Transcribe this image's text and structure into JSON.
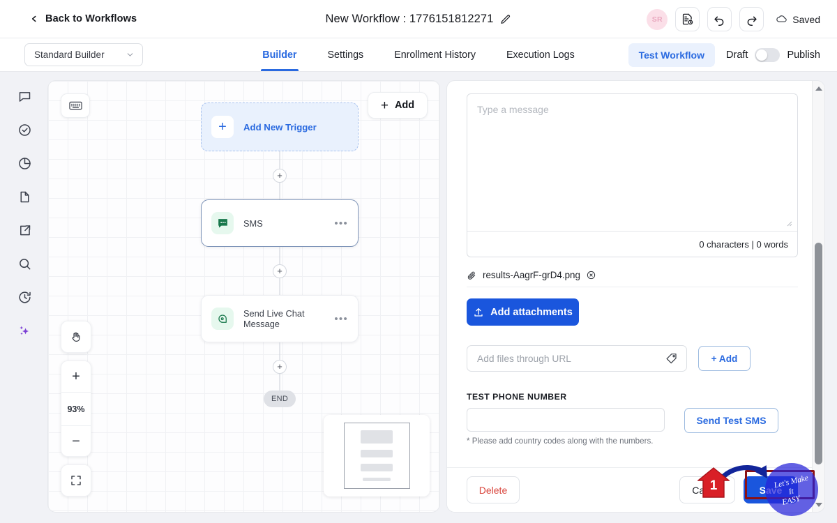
{
  "topbar": {
    "back_label": "Back to Workflows",
    "workflow_title": "New Workflow : 1776151812271",
    "avatar_initials": "SR",
    "saved_label": "Saved",
    "icons": {
      "back": "chevron-left-icon",
      "edit": "pencil-icon",
      "notes": "document-clock-icon",
      "undo": "undo-icon",
      "redo": "redo-icon",
      "cloud": "cloud-check-icon"
    }
  },
  "subbar": {
    "builder_select": "Standard Builder",
    "tabs": [
      {
        "label": "Builder",
        "active": true
      },
      {
        "label": "Settings",
        "active": false
      },
      {
        "label": "Enrollment History",
        "active": false
      },
      {
        "label": "Execution Logs",
        "active": false
      }
    ],
    "test_workflow_label": "Test Workflow",
    "draft_label": "Draft",
    "publish_label": "Publish",
    "toggle_state": "off"
  },
  "rail": {
    "items": [
      {
        "icon": "chat-bubble-icon"
      },
      {
        "icon": "check-circle-icon"
      },
      {
        "icon": "pie-chart-icon"
      },
      {
        "icon": "document-icon"
      },
      {
        "icon": "external-link-icon"
      },
      {
        "icon": "search-icon"
      },
      {
        "icon": "clock-history-icon"
      },
      {
        "icon": "sparkle-ai-icon"
      }
    ]
  },
  "canvas": {
    "keyboard_button_icon": "keyboard-icon",
    "add_button_label": "Add",
    "trigger": {
      "label": "Add New Trigger",
      "icon": "plus-icon"
    },
    "nodes": [
      {
        "label": "SMS",
        "icon": "sms-bubble-icon",
        "selected": true,
        "menu": "•••"
      },
      {
        "label": "Send Live Chat Message",
        "icon": "live-chat-icon",
        "selected": false,
        "menu": "•••"
      }
    ],
    "end_label": "END",
    "zoom_level": "93%",
    "zoom_in_symbol": "+",
    "zoom_out_symbol": "−",
    "pan_icon": "hand-icon",
    "fullscreen_icon": "fullscreen-icon"
  },
  "panel": {
    "message": {
      "placeholder": "Type a message",
      "counter": "0 characters | 0 words"
    },
    "attachment": {
      "filename": "results-AagrF-grD4.png",
      "clip_icon": "paperclip-icon",
      "remove_icon": "close-circle-icon"
    },
    "add_attachments_label": "Add attachments",
    "url_input_placeholder": "Add files through URL",
    "url_add_label": "+ Add",
    "url_tag_icon": "tag-icon",
    "phone_label": "TEST PHONE NUMBER",
    "phone_value": "",
    "phone_hint": "* Please add country codes along with the numbers.",
    "send_test_label": "Send Test SMS",
    "footer": {
      "delete_label": "Delete",
      "cancel_label": "Cancel",
      "save_label": "Save"
    }
  },
  "annotation": {
    "step_number": "1",
    "badge_color": "#d91f26",
    "highlight_color": "#8b1115",
    "arrow_color": "#12259a",
    "watermark_lines": [
      "Let's Make",
      "It",
      "EASY"
    ],
    "watermark_color": "#2523d8"
  }
}
